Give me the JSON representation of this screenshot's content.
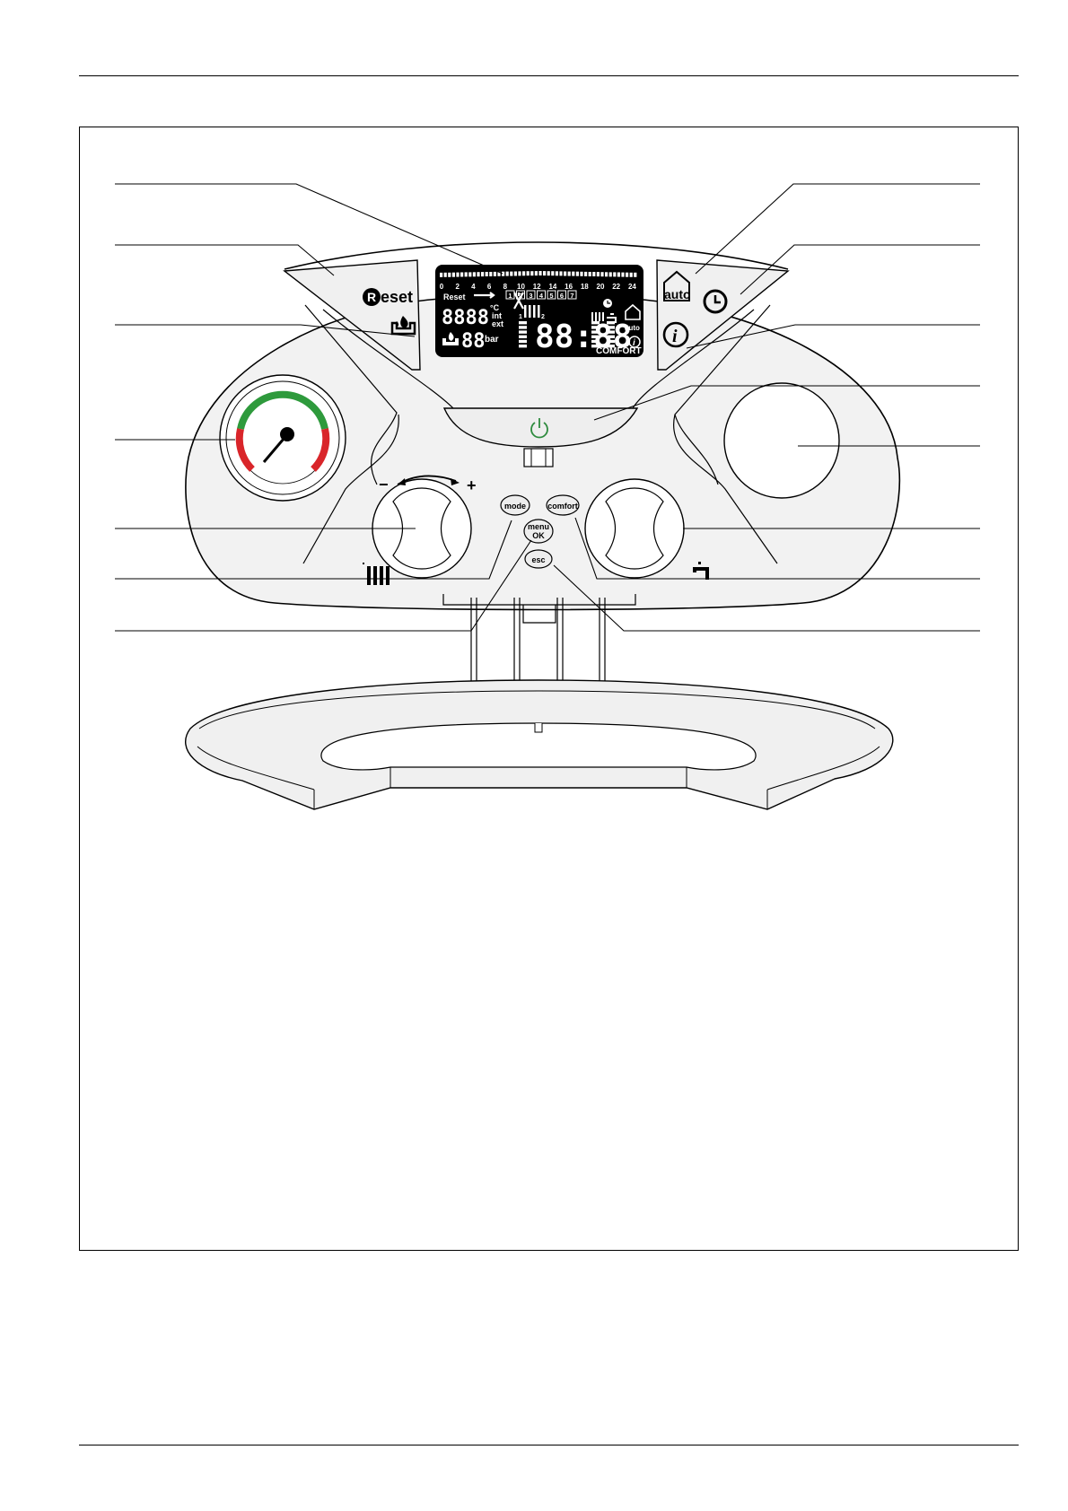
{
  "display": {
    "hours": [
      "0",
      "2",
      "4",
      "6",
      "8",
      "10",
      "12",
      "14",
      "16",
      "18",
      "20",
      "22",
      "24"
    ],
    "days": [
      "1",
      "2",
      "3",
      "4",
      "5",
      "6",
      "7"
    ],
    "reset_label": "Reset",
    "degree_unit": "°C",
    "int_label": "int",
    "ext_label": "ext",
    "bar_unit": "bar",
    "small_digits": "8888",
    "pressure_digits": "88",
    "main_digits": "88:88",
    "comfort_label": "COMFORT",
    "auto_label": "auto",
    "radiator_zone_1": "1",
    "radiator_zone_2": "2"
  },
  "left_panel": {
    "reset_button_label": "Reset"
  },
  "right_panel": {
    "auto_button_label": "auto"
  },
  "knob_left": {
    "minus_label": "−",
    "plus_label": "+"
  },
  "buttons": {
    "mode_label": "mode",
    "comfort_label": "comfort",
    "menu_label_line1": "menu",
    "menu_label_line2": "OK",
    "esc_label": "esc"
  },
  "colors": {
    "power_icon": "#2e8b3e",
    "gauge_green": "#2e9a3c",
    "gauge_red": "#d9252a",
    "lcd_background": "#000000",
    "panel_fill": "#f0f0f0"
  }
}
